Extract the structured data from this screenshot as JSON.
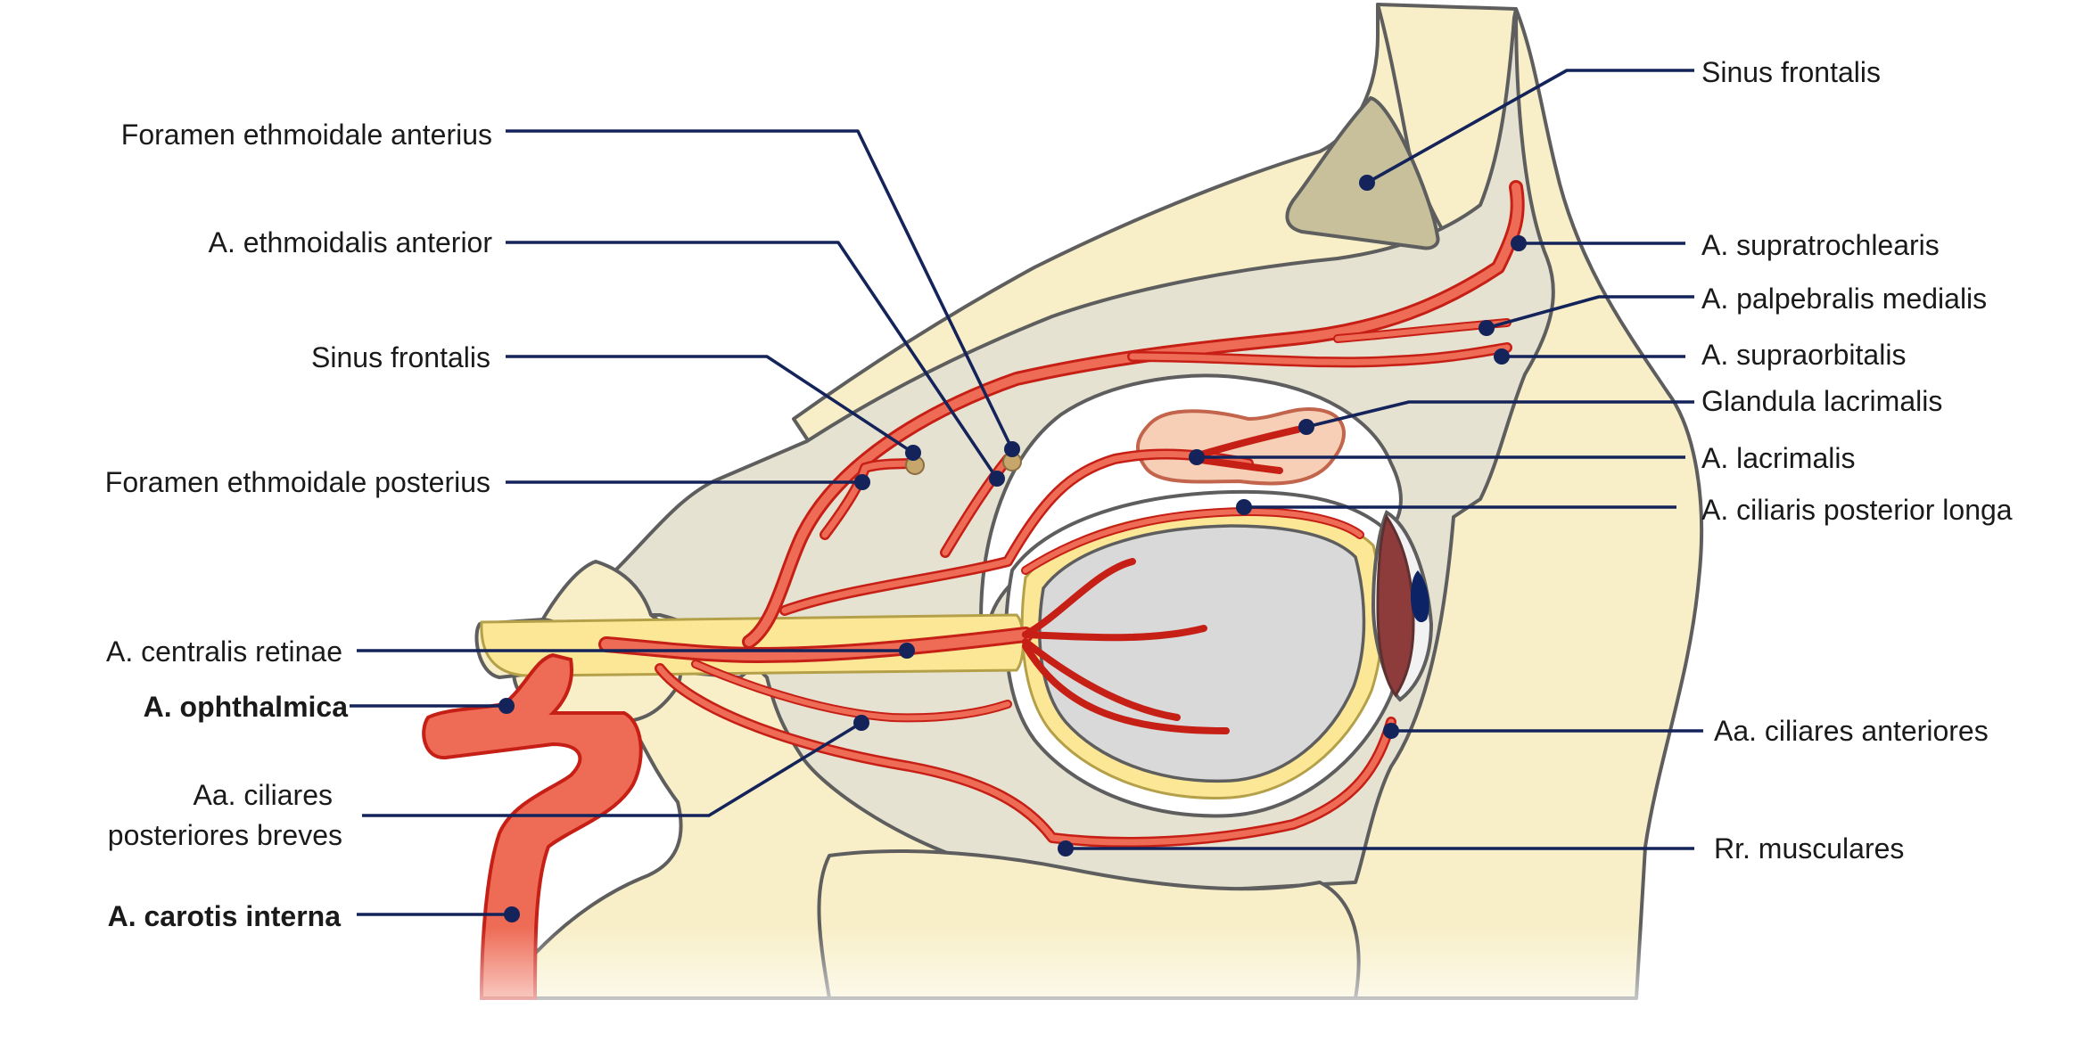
{
  "labels": {
    "foramen_ethmoidale_anterius": "Foramen ethmoidale anterius",
    "a_ethmoidalis_anterior": "A. ethmoidalis anterior",
    "sinus_frontalis_left": "Sinus frontalis",
    "foramen_ethmoidale_posterius": "Foramen ethmoidale posterius",
    "a_centralis_retinae": "A. centralis retinae",
    "a_ophthalmica": "A. ophthalmica",
    "aa_ciliares_posteriores_breves_line1": "Aa. ciliares",
    "aa_ciliares_posteriores_breves_line2": "posteriores breves",
    "a_carotis_interna": "A. carotis interna",
    "sinus_frontalis_right": "Sinus frontalis",
    "a_supratrochlearis": "A. supratrochlearis",
    "a_palpebralis_medialis": "A. palpebralis medialis",
    "a_supraorbitalis": "A. supraorbitalis",
    "glandula_lacrimalis": "Glandula lacrimalis",
    "a_lacrimalis": "A. lacrimalis",
    "a_ciliaris_posterior_longa": "A. ciliaris posterior longa",
    "aa_ciliares_anteriores": "Aa. ciliares anteriores",
    "rr_musculares": "Rr. musculares"
  },
  "colors": {
    "bone": "#f8efc8",
    "soft_tissue": "#e6e2d2",
    "sinus": "#c7c09b",
    "artery": "#ee6b55",
    "artery_outline": "#c61f15",
    "leader_line": "#14245a",
    "optic_nerve": "#fbe796",
    "eyeball": "#d9d9d9",
    "lacrimal_gland": "#f6cfb6",
    "iris": "#8e3b3b",
    "pupil": "#0c2466"
  }
}
